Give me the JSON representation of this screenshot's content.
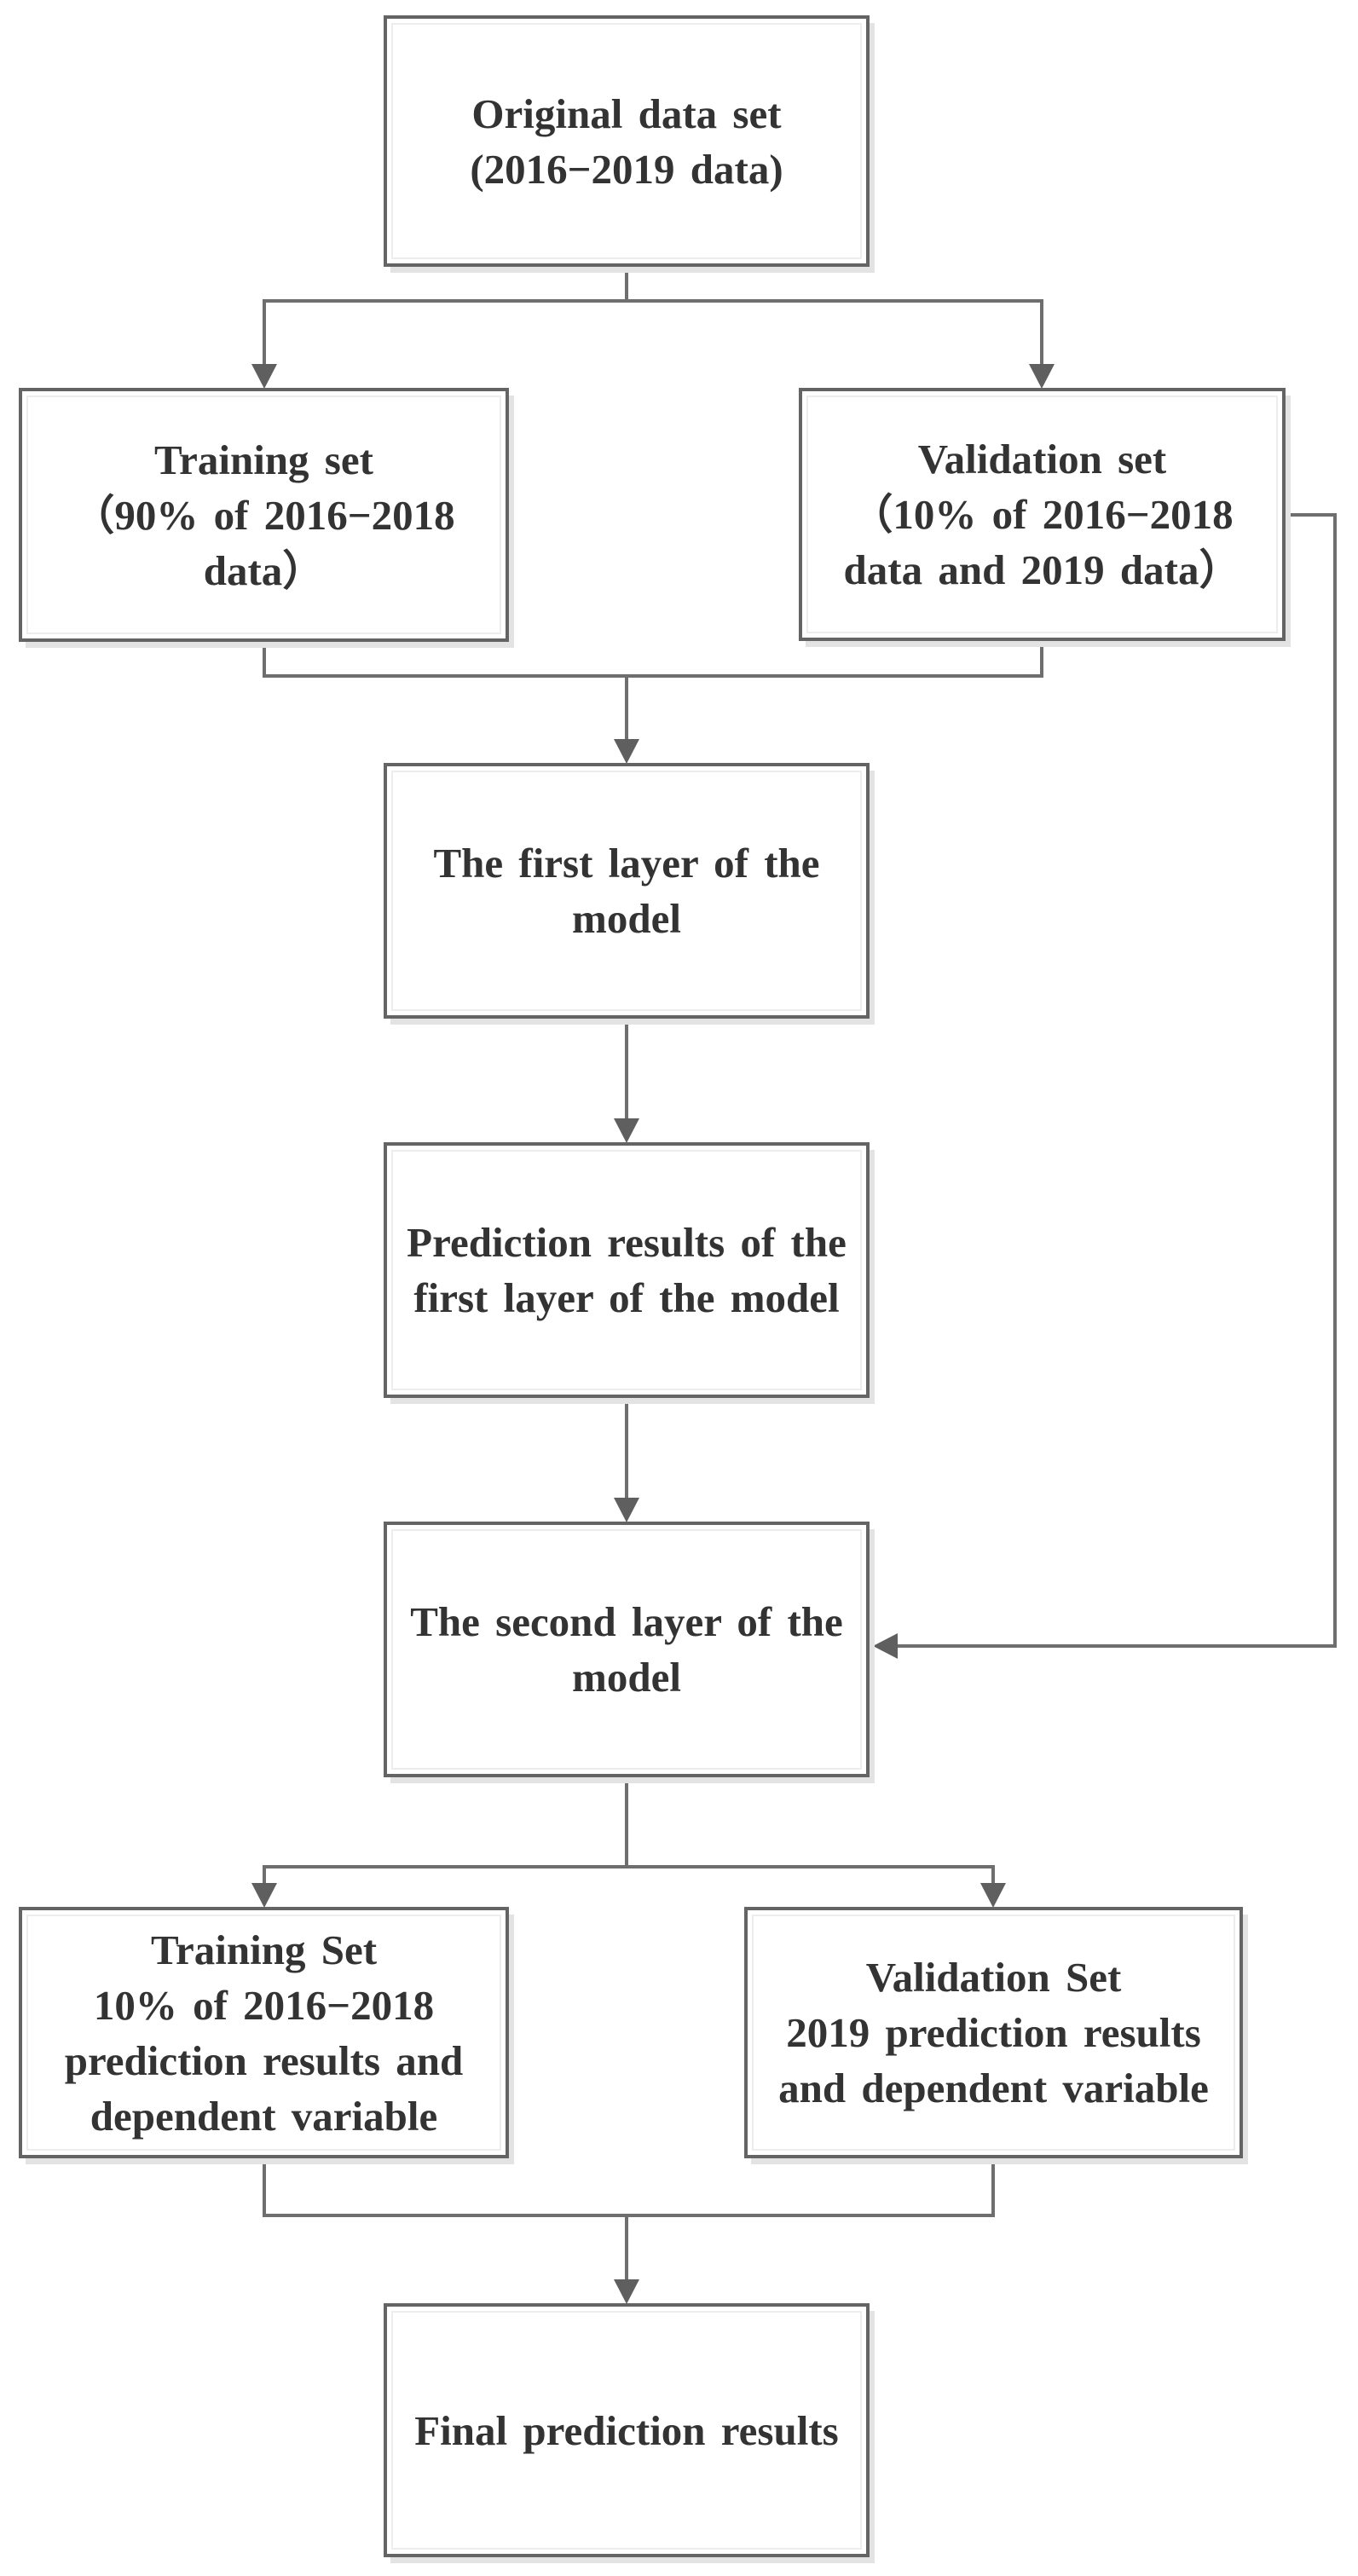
{
  "palette": {
    "background": "#ffffff",
    "box_border": "#646464",
    "box_inner_border": "#ededed",
    "box_shadow": "#e3e3e3",
    "connector": "#6e6e6e",
    "arrowhead": "#5f5f5f",
    "text": "#333333"
  },
  "nodes": [
    {
      "id": "original",
      "label": "Original data set\n(2016−2019 data)"
    },
    {
      "id": "training",
      "label": "Training set\n（90% of 2016−2018\ndata）"
    },
    {
      "id": "validation",
      "label": "Validation set\n（10% of 2016−2018\ndata and 2019 data）"
    },
    {
      "id": "first_layer",
      "label": "The first layer of the\nmodel"
    },
    {
      "id": "prediction",
      "label": "Prediction results of the\nfirst layer of the model"
    },
    {
      "id": "second_layer",
      "label": "The second layer of the\nmodel"
    },
    {
      "id": "training2",
      "label": "Training Set\n10% of 2016−2018\nprediction results and\ndependent variable"
    },
    {
      "id": "validation2",
      "label": "Validation Set\n2019 prediction results\nand dependent variable"
    },
    {
      "id": "final",
      "label": "Final prediction results"
    }
  ],
  "edges": [
    {
      "from": "original",
      "to": "training"
    },
    {
      "from": "original",
      "to": "validation"
    },
    {
      "from": "training",
      "to": "first_layer"
    },
    {
      "from": "validation",
      "to": "first_layer"
    },
    {
      "from": "first_layer",
      "to": "prediction"
    },
    {
      "from": "prediction",
      "to": "second_layer"
    },
    {
      "from": "validation",
      "to": "second_layer"
    },
    {
      "from": "second_layer",
      "to": "training2"
    },
    {
      "from": "second_layer",
      "to": "validation2"
    },
    {
      "from": "training2",
      "to": "final"
    },
    {
      "from": "validation2",
      "to": "final"
    }
  ]
}
